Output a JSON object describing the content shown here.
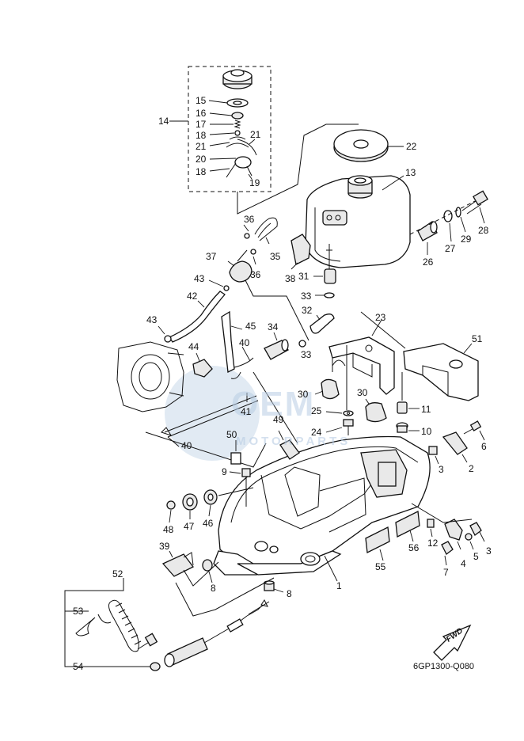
{
  "diagram": {
    "code": "6GP1300-Q080",
    "direction_label": "FWD",
    "watermark": {
      "logo_text": "OEM",
      "sub_text": "MOTORPARTS"
    },
    "callouts": [
      {
        "id": "c1",
        "text": "1"
      },
      {
        "id": "c2",
        "text": "2"
      },
      {
        "id": "c3a",
        "text": "3"
      },
      {
        "id": "c3b",
        "text": "3"
      },
      {
        "id": "c4",
        "text": "4"
      },
      {
        "id": "c5",
        "text": "5"
      },
      {
        "id": "c6",
        "text": "6"
      },
      {
        "id": "c7",
        "text": "7"
      },
      {
        "id": "c8a",
        "text": "8"
      },
      {
        "id": "c8b",
        "text": "8"
      },
      {
        "id": "c9",
        "text": "9"
      },
      {
        "id": "c10",
        "text": "10"
      },
      {
        "id": "c11",
        "text": "11"
      },
      {
        "id": "c12",
        "text": "12"
      },
      {
        "id": "c13",
        "text": "13"
      },
      {
        "id": "c14",
        "text": "14"
      },
      {
        "id": "c15",
        "text": "15"
      },
      {
        "id": "c16",
        "text": "16"
      },
      {
        "id": "c17",
        "text": "17"
      },
      {
        "id": "c18a",
        "text": "18"
      },
      {
        "id": "c18b",
        "text": "18"
      },
      {
        "id": "c19",
        "text": "19"
      },
      {
        "id": "c20",
        "text": "20"
      },
      {
        "id": "c21a",
        "text": "21"
      },
      {
        "id": "c21b",
        "text": "21"
      },
      {
        "id": "c22",
        "text": "22"
      },
      {
        "id": "c23",
        "text": "23"
      },
      {
        "id": "c24",
        "text": "24"
      },
      {
        "id": "c25",
        "text": "25"
      },
      {
        "id": "c26",
        "text": "26"
      },
      {
        "id": "c27",
        "text": "27"
      },
      {
        "id": "c28",
        "text": "28"
      },
      {
        "id": "c29",
        "text": "29"
      },
      {
        "id": "c30a",
        "text": "30"
      },
      {
        "id": "c30b",
        "text": "30"
      },
      {
        "id": "c31",
        "text": "31"
      },
      {
        "id": "c32",
        "text": "32"
      },
      {
        "id": "c33a",
        "text": "33"
      },
      {
        "id": "c33b",
        "text": "33"
      },
      {
        "id": "c34",
        "text": "34"
      },
      {
        "id": "c35",
        "text": "35"
      },
      {
        "id": "c36a",
        "text": "36"
      },
      {
        "id": "c36b",
        "text": "36"
      },
      {
        "id": "c37",
        "text": "37"
      },
      {
        "id": "c38",
        "text": "38"
      },
      {
        "id": "c39",
        "text": "39"
      },
      {
        "id": "c40a",
        "text": "40"
      },
      {
        "id": "c40b",
        "text": "40"
      },
      {
        "id": "c41",
        "text": "41"
      },
      {
        "id": "c42",
        "text": "42"
      },
      {
        "id": "c43a",
        "text": "43"
      },
      {
        "id": "c43b",
        "text": "43"
      },
      {
        "id": "c44",
        "text": "44"
      },
      {
        "id": "c45",
        "text": "45"
      },
      {
        "id": "c46",
        "text": "46"
      },
      {
        "id": "c47",
        "text": "47"
      },
      {
        "id": "c48",
        "text": "48"
      },
      {
        "id": "c49",
        "text": "49"
      },
      {
        "id": "c50",
        "text": "50"
      },
      {
        "id": "c51",
        "text": "51"
      },
      {
        "id": "c52",
        "text": "52"
      },
      {
        "id": "c53",
        "text": "53"
      },
      {
        "id": "c54",
        "text": "54"
      },
      {
        "id": "c55",
        "text": "55"
      },
      {
        "id": "c56",
        "text": "56"
      }
    ]
  }
}
